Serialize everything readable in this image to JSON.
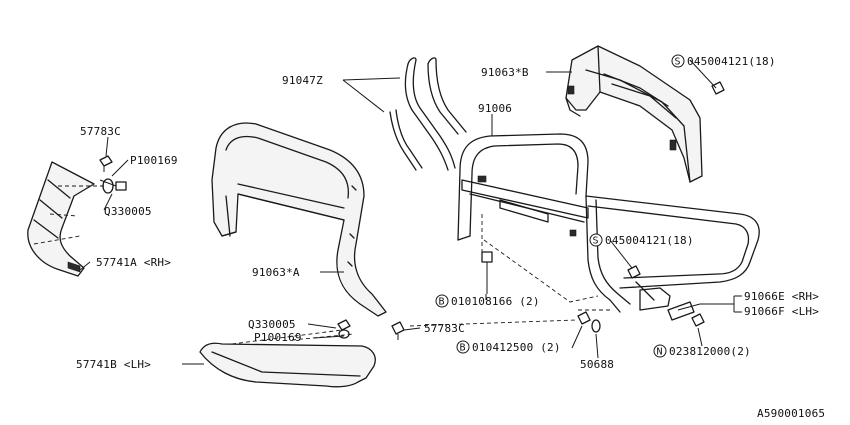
{
  "colors": {
    "ink": "#1a1a1a",
    "background": "#ffffff"
  },
  "labels": {
    "p91047z": "91047Z",
    "p91063b": "91063*B",
    "p045004121_top": "045004121(18)",
    "p91006": "91006",
    "p57783c_top": "57783C",
    "p100169_top": "P100169",
    "q330005_top": "Q330005",
    "p57741a": "57741A <RH>",
    "p91063a": "91063*A",
    "p045004121_mid": "045004121(18)",
    "p010108166": "010108166 (2)",
    "q330005_bot": "Q330005",
    "p100169_bot": "P100169",
    "p57783c_bot": "57783C",
    "p57741b": "57741B <LH>",
    "p010412500": "010412500 (2)",
    "p50688": "50688",
    "p91066e": "91066E <RH>",
    "p91066f": "91066F <LH>",
    "p023812000": "023812000(2)",
    "diagram_id": "A590001065"
  },
  "prefix_letters": {
    "s": "S",
    "b": "B",
    "n": "N"
  }
}
